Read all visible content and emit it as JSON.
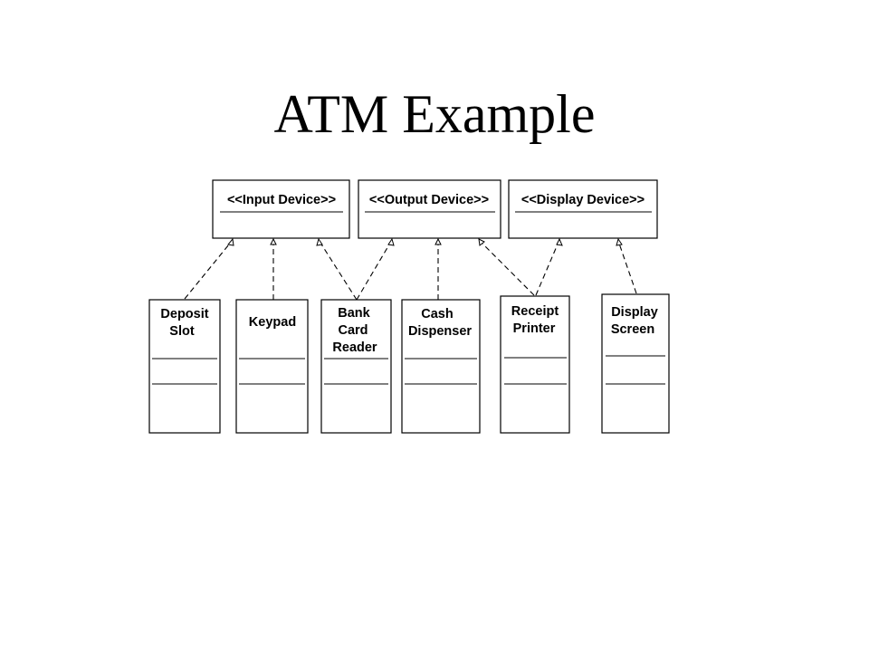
{
  "title": "ATM Example",
  "interfaces": [
    {
      "id": "input",
      "label": "<<Input Device>>"
    },
    {
      "id": "output",
      "label": "<<Output Device>>"
    },
    {
      "id": "display",
      "label": "<<Display Device>>"
    }
  ],
  "classes": [
    {
      "id": "deposit-slot",
      "lines": [
        "Deposit",
        "Slot"
      ]
    },
    {
      "id": "keypad",
      "lines": [
        "Keypad"
      ]
    },
    {
      "id": "bank-card-reader",
      "lines": [
        "Bank",
        "Card",
        "Reader"
      ]
    },
    {
      "id": "cash-dispenser",
      "lines": [
        "Cash",
        "Dispenser"
      ]
    },
    {
      "id": "receipt-printer",
      "lines": [
        "Receipt",
        "Printer"
      ]
    },
    {
      "id": "display-screen",
      "lines": [
        "Display",
        "Screen"
      ]
    }
  ],
  "realizations": [
    {
      "from": "deposit-slot",
      "to": "input"
    },
    {
      "from": "keypad",
      "to": "input"
    },
    {
      "from": "bank-card-reader",
      "to": "input"
    },
    {
      "from": "bank-card-reader",
      "to": "output"
    },
    {
      "from": "cash-dispenser",
      "to": "output"
    },
    {
      "from": "receipt-printer",
      "to": "output"
    },
    {
      "from": "receipt-printer",
      "to": "display"
    },
    {
      "from": "display-screen",
      "to": "display"
    }
  ]
}
